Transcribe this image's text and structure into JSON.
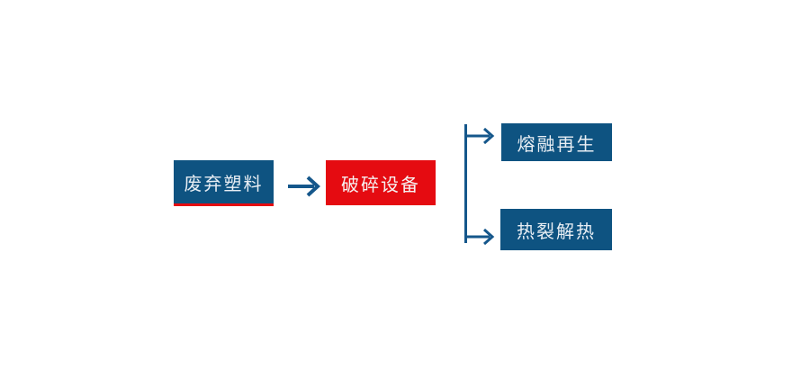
{
  "colors": {
    "box_blue": "#0e5381",
    "box_red": "#e50b11",
    "arrow_blue": "#15578b",
    "underline_red": "#e50b11",
    "box_text_blue_bg": "#e8eef4",
    "box_text_red_bg": "#f6f1f1"
  },
  "flowchart": {
    "source": {
      "label": "废弃塑料"
    },
    "process": {
      "label": "破碎设备"
    },
    "outputs": [
      {
        "label": "熔融再生"
      },
      {
        "label": "热裂解热"
      }
    ]
  }
}
